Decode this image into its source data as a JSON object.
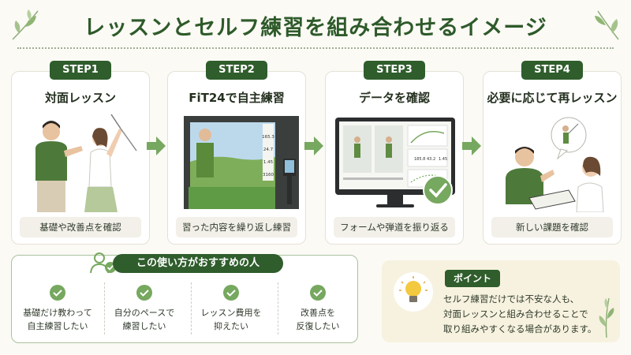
{
  "page": {
    "title": "レッスンとセルフ練習を組み合わせるイメージ"
  },
  "colors": {
    "accent": "#2f5d2c",
    "light_green": "#76a85f",
    "cream": "#f7f2df"
  },
  "steps": [
    {
      "badge": "STEP1",
      "title": "対面レッスン",
      "caption": "基礎や改善点を確認"
    },
    {
      "badge": "STEP2",
      "title": "FiT24で自主練習",
      "caption": "習った内容を繰り返し練習"
    },
    {
      "badge": "STEP3",
      "title": "データを確認",
      "caption": "フォームや弾道を振り返る"
    },
    {
      "badge": "STEP4",
      "title": "必要に応じて再レッスン",
      "caption": "新しい課題を確認"
    }
  ],
  "recommend": {
    "header": "この使い方がおすすめの人",
    "items": [
      {
        "line1": "基礎だけ教わって",
        "line2": "自主練習したい"
      },
      {
        "line1": "自分のペースで",
        "line2": "練習したい"
      },
      {
        "line1": "レッスン費用を",
        "line2": "抑えたい"
      },
      {
        "line1": "改善点を",
        "line2": "反復したい"
      }
    ]
  },
  "point": {
    "badge": "ポイント",
    "lines": [
      "セルフ練習だけでは不安な人も、",
      "対面レッスンと組み合わせることで",
      "取り組みやすくなる場合があります。"
    ]
  },
  "screen_data": {
    "values": [
      "165.3",
      "24.7",
      "1.45",
      "3160"
    ],
    "panel_values": [
      "185.8",
      "43.2",
      "1.45"
    ]
  },
  "icons": [
    "leaf-icon",
    "arrow-right-icon",
    "check-icon",
    "person-check-icon",
    "lightbulb-icon"
  ]
}
